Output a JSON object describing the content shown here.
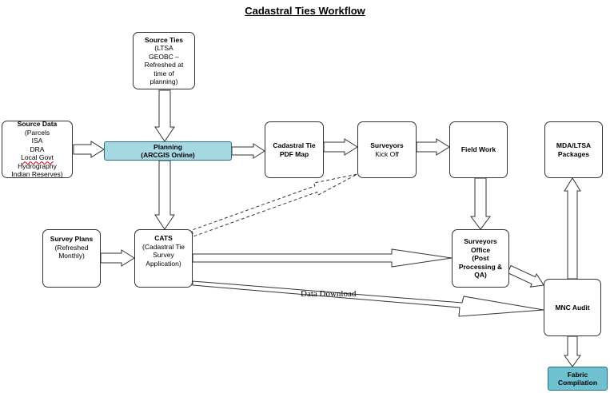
{
  "title": "Cadastral Ties Workflow",
  "nodes": {
    "source_ties": {
      "title": "Source Ties",
      "lines": [
        "(LTSA",
        "GEOBC –",
        "Refreshed at",
        "time of",
        "planning)"
      ]
    },
    "source_data": {
      "title": "Source Data",
      "lines": [
        "(Parcels",
        "ISA",
        "DRA",
        "Local Govt",
        "Hydrography",
        "Indian Reserves)"
      ]
    },
    "planning": {
      "title": "Planning",
      "lines": [
        "(ARCGIS Online)"
      ]
    },
    "pdf_map": {
      "title": "Cadastral Tie",
      "lines": [
        "PDF Map"
      ]
    },
    "kick_off": {
      "title": "Surveyors",
      "lines": [
        "Kick Off"
      ]
    },
    "field_work": {
      "title": "Field Work",
      "lines": []
    },
    "mda_packages": {
      "title": "MDA/LTSA",
      "lines": [
        "Packages"
      ]
    },
    "survey_plans": {
      "title": "Survey Plans",
      "lines": [
        "(Refreshed",
        "Monthly)"
      ]
    },
    "cats": {
      "title": "CATS",
      "lines": [
        "(Cadastral Tie",
        "Survey",
        "Application)"
      ]
    },
    "surveyors_office": {
      "title": "Surveyors",
      "lines": [
        "Office",
        "(Post",
        "Processing &",
        "QA)"
      ]
    },
    "mnc_audit": {
      "title": "MNC Audit",
      "lines": []
    },
    "fabric": {
      "title": "Fabric",
      "lines": [
        "Compilation"
      ]
    }
  },
  "edge_labels": {
    "data_download": "Data Download"
  },
  "colors": {
    "planning_fill": "#a6d8e3",
    "fabric_fill": "#6fc1cf",
    "stroke": "#333333"
  }
}
